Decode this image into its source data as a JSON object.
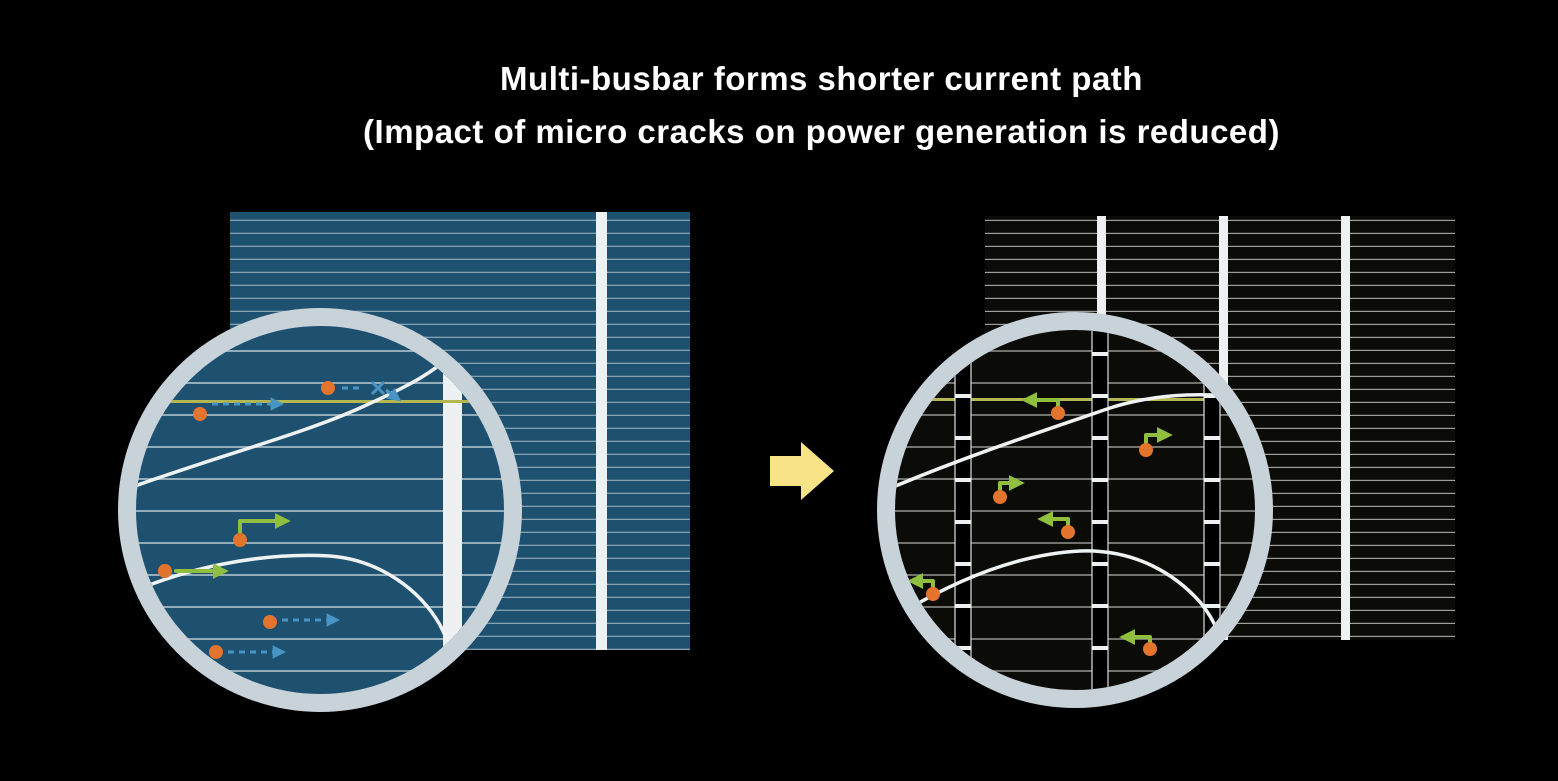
{
  "title": {
    "line1": "Multi-busbar forms shorter current path",
    "line2": "(Impact of micro cracks on power generation is reduced)"
  },
  "cells": {
    "left": {
      "busbars_visible": 1
    },
    "right": {
      "busbars_visible": 3
    }
  },
  "colors": {
    "background": "#000000",
    "title_text": "#ffffff",
    "cell_blue": "#1e5170",
    "finger_blue": "#a8bcc6",
    "cell_black": "#0b0b08",
    "finger_gray": "#b7b8b4",
    "busbar": "#eef1f2",
    "ring": "#c8d2d9",
    "crack": "#eef2f3",
    "highlight_finger": "#b5b851",
    "electron": "#e2742e",
    "path_blue": "#4795c5",
    "path_green": "#90bf40",
    "transition_arrow": "#f8e387"
  }
}
